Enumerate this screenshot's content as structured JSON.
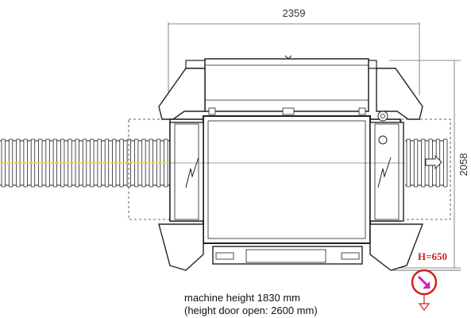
{
  "dimensions": {
    "width_label": "2359",
    "depth_label": "2058",
    "working_height_label": "H=650"
  },
  "notes": {
    "machine_height": "machine height 1830 mm",
    "door_open_height": "(height door open: 2600 mm)"
  },
  "icons": {
    "entry_marker": "operator-direction-icon",
    "outfeed_arrow": "arrow-right-icon"
  },
  "colors": {
    "line": "#222222",
    "dimension": "#555555",
    "conveyor_axis": "#e8d840",
    "marker": "#d42020",
    "marker_arrow": "#d020c0"
  }
}
